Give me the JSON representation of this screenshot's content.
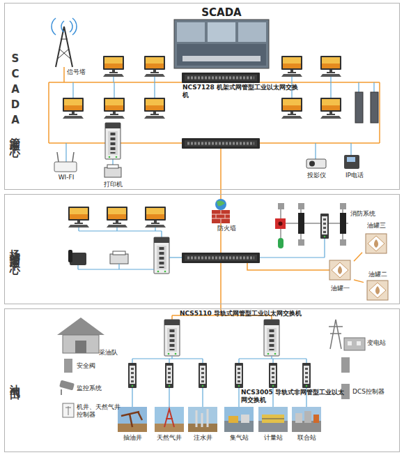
{
  "diagram": {
    "nodes": [
      {
        "text": [
          "SCADA管理中心"
        ]
      },
      {
        "text": [
          "场站管理中心"
        ]
      },
      {
        "text": [
          "油气田"
        ]
      },
      {
        "text": [
          "SCADA"
        ],
        "in": 0
      },
      {
        "text": [
          "NCS7128 机架式网管型工业以太网交换机"
        ],
        "in": 0
      },
      {
        "text": [
          "信号塔"
        ],
        "in": 0
      },
      {
        "text": [
          "WI-FI"
        ],
        "in": 0
      },
      {
        "text": [
          "打印机"
        ],
        "in": 0
      },
      {
        "text": [
          "投影仪"
        ],
        "in": 0
      },
      {
        "text": [
          "IP电话"
        ],
        "in": 0
      },
      {
        "text": [
          "防火墙"
        ],
        "in": 1
      },
      {
        "text": [
          "消防系统"
        ],
        "in": 1
      },
      {
        "text": [
          "油罐三"
        ],
        "in": 1
      },
      {
        "text": [
          "油罐二"
        ],
        "in": 1
      },
      {
        "text": [
          "油罐一"
        ],
        "in": 1
      },
      {
        "text": [
          "NCS5110 导轨式网管型工业以太网交换机"
        ],
        "in": 2
      },
      {
        "text": [
          "采油队"
        ],
        "in": 2
      },
      {
        "text": [
          "变电站"
        ],
        "in": 2
      },
      {
        "text": [
          "安全阀"
        ],
        "in": 2
      },
      {
        "text": [
          "监控系统"
        ],
        "in": 2
      },
      {
        "text": [
          "机井、天然气井控制器"
        ],
        "in": 2
      },
      {
        "text": [
          "DCS控制器"
        ],
        "in": 2
      },
      {
        "text": [
          "NCS3005 导轨式非网管型工业以太网交换机"
        ],
        "in": 2
      },
      {
        "text": [
          "抽油井"
        ],
        "in": 2
      },
      {
        "text": [
          "天然气井"
        ],
        "in": 2
      },
      {
        "text": [
          "注水井"
        ],
        "in": 2
      },
      {
        "text": [
          "集气站"
        ],
        "in": 2
      },
      {
        "text": [
          "计量站"
        ],
        "in": 2
      },
      {
        "text": [
          "联合站"
        ],
        "in": 2
      }
    ],
    "edges": [
      {
        "from": 14,
        "to": 12,
        "arrow": "none"
      },
      {
        "from": 14,
        "to": 13,
        "arrow": "none"
      }
    ]
  }
}
